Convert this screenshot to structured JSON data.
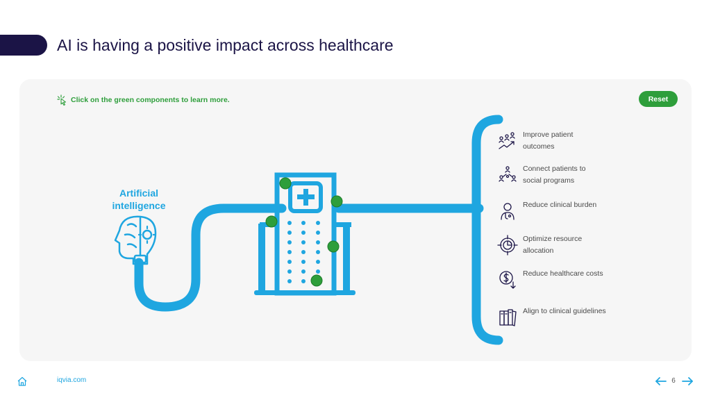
{
  "header": {
    "title": "AI is having a positive impact across healthcare"
  },
  "instruction": {
    "text": "Click on the green components to learn more.",
    "icon": "click-pointer-icon"
  },
  "reset_button": {
    "label": "Reset"
  },
  "ai_node": {
    "label": "Artificial intelligence",
    "icon": "brain-gear-head-icon"
  },
  "hospital": {
    "icon": "hospital-building-icon",
    "hotspot_count": 5
  },
  "benefits": [
    {
      "label": "Improve patient outcomes",
      "icon": "patients-trend-up-icon"
    },
    {
      "label": "Connect patients to social programs",
      "icon": "people-network-icon"
    },
    {
      "label": "Reduce clinical burden",
      "icon": "clinician-icon"
    },
    {
      "label": "Optimize resource allocation",
      "icon": "target-chart-icon"
    },
    {
      "label": "Reduce healthcare costs",
      "icon": "dollar-down-icon"
    },
    {
      "label": "Align to clinical guidelines",
      "icon": "books-icon"
    }
  ],
  "footer": {
    "link": "iqvia.com",
    "page_number": "6"
  },
  "colors": {
    "navy": "#1b1446",
    "blue": "#1fa6e0",
    "green": "#2e9e3b",
    "card": "#f6f6f6"
  }
}
